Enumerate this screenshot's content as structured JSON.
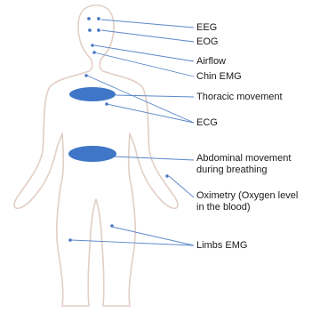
{
  "labels": {
    "eeg": "EEG",
    "eog": "EOG",
    "airflow": "Airflow",
    "chin_emg": "Chin EMG",
    "thoracic": "Thoracic movement",
    "ecg": "ECG",
    "abdominal": [
      "Abdominal movement",
      "during breathing"
    ],
    "oximetry": [
      "Oximetry (Oxygen level",
      "in the blood)"
    ],
    "limbs_emg": "Limbs EMG"
  },
  "colors": {
    "outline": "#e2cfc6",
    "sensor": "#4a79c6",
    "band": "#3f76c7",
    "leader": "#5a86c9",
    "text": "#1a1a1a"
  }
}
